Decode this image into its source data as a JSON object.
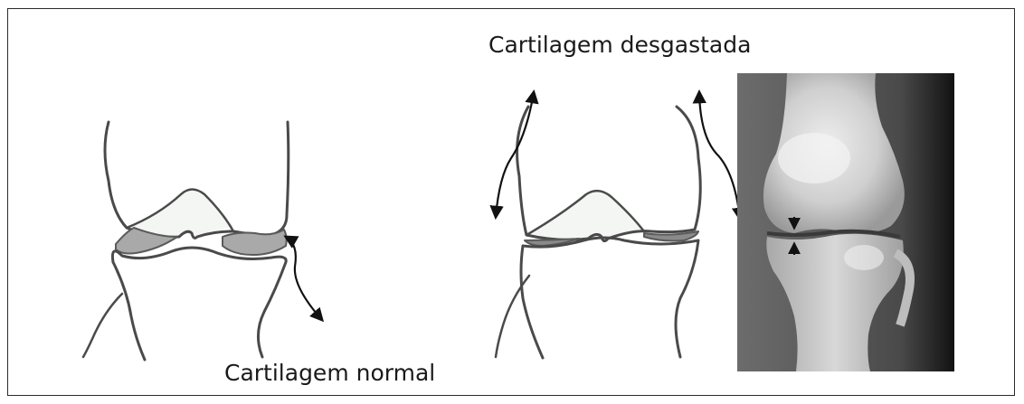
{
  "labels": {
    "worn_cartilage": "Cartilagem desgastada",
    "normal_cartilage": "Cartilagem normal"
  },
  "colors": {
    "bone_outline": "#4a4a4a",
    "cartilage_fill": "#a9a9a9",
    "joint_space_fill": "#f4f6f4",
    "arrow": "#111111",
    "frame": "#2b2b2b"
  },
  "panels": [
    {
      "name": "normal-knee-drawing",
      "cartilage": "normal"
    },
    {
      "name": "worn-knee-drawing",
      "cartilage": "worn"
    },
    {
      "name": "knee-xray",
      "type": "radiograph"
    }
  ]
}
